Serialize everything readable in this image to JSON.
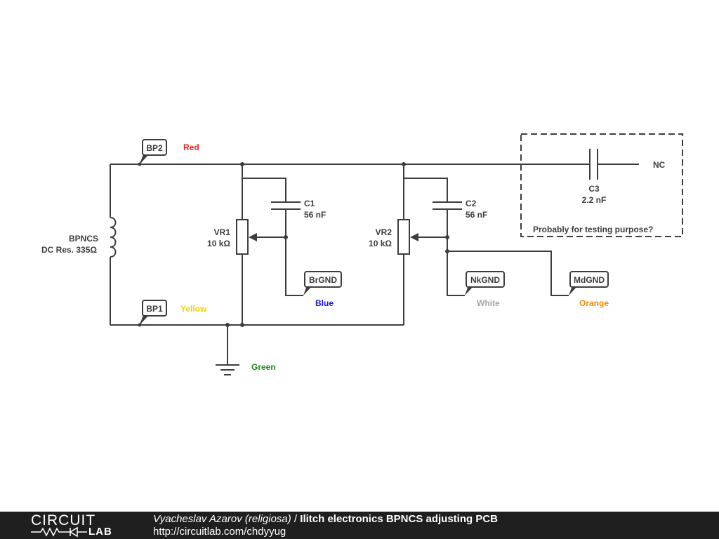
{
  "diagram": {
    "labels": {
      "bp2": "BP2",
      "bp1": "BP1",
      "red": "Red",
      "yellow": "Yellow",
      "green": "Green",
      "blue": "Blue",
      "white": "White",
      "orange": "Orange",
      "coil_name": "BPNCS",
      "coil_value": "DC Res. 335Ω",
      "vr1_name": "VR1",
      "vr1_value": "10 kΩ",
      "vr2_name": "VR2",
      "vr2_value": "10 kΩ",
      "c1_name": "C1",
      "c1_value": "56 nF",
      "c2_name": "C2",
      "c2_value": "56 nF",
      "c3_name": "C3",
      "c3_value": "2.2 nF",
      "nc": "NC",
      "brgnd": "BrGND",
      "nkgnd": "NkGND",
      "mdgnd": "MdGND",
      "note": "Probably for testing purpose?"
    },
    "colors": {
      "wire": "#3d3d3d",
      "red": "#e8261c",
      "yellow": "#f2d200",
      "green": "#1a8a1a",
      "blue": "#1a1acc",
      "white": "#a6a6a6",
      "orange": "#f28c00"
    }
  },
  "footer": {
    "logo_top": "CIRCUIT",
    "logo_bottom": "LAB",
    "author": "Vyacheslav Azarov (religiosa)",
    "separator": " / ",
    "title": "Ilitch electronics BPNCS adjusting PCB",
    "url": "http://circuitlab.com/chdyyug"
  }
}
